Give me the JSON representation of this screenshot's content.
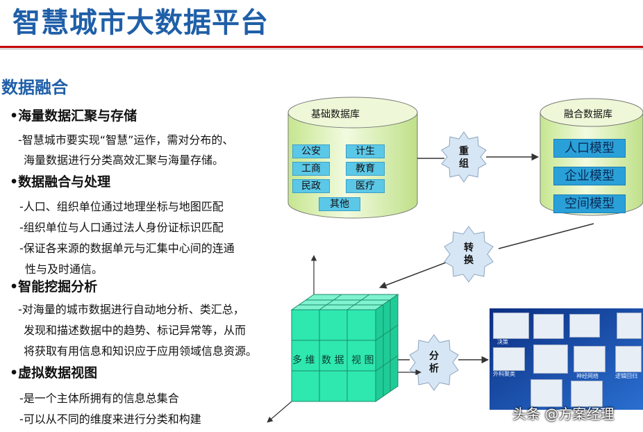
{
  "header": {
    "title": "智慧城市大数据平台"
  },
  "section": {
    "heading": "数据融合"
  },
  "bullets": [
    {
      "title": "•海量数据汇聚与存储",
      "lines": [
        "-智慧城市要实现“智慧”运作，需对分布的、",
        "海量数据进行分类高效汇聚与海量存储。"
      ]
    },
    {
      "title": "•数据融合与处理",
      "lines": [
        "-人口、组织单位通过地理坐标与地图匹配",
        "-组织单位与人口通过法人身份证标识匹配",
        "-保证各来源的数据单元与汇集中心间的连通",
        "性与及时通信。"
      ]
    },
    {
      "title": "•智能挖掘分析",
      "lines": [
        "-对海量的城市数据进行自动地分析、类汇总，",
        "发现和描述数据中的趋势、标记异常等，从而",
        "将获取有用信息和知识应于应用领域信息资源。"
      ]
    },
    {
      "title": "•虚拟数据视图",
      "lines": [
        "-是一个主体所拥有的信息总集合",
        "-可以从不同的维度来进行分类和构建"
      ]
    }
  ],
  "diagram": {
    "base_db": {
      "title": "基础数据库",
      "tags": [
        "公安",
        "计生",
        "工商",
        "教育",
        "民政",
        "医疗",
        "其他"
      ]
    },
    "fusion_db": {
      "title": "融合数据库",
      "models": [
        "人口模型",
        "企业模型",
        "空间模型"
      ]
    },
    "gears": {
      "reorg": [
        "重",
        "组"
      ],
      "convert": [
        "转",
        "换"
      ],
      "analyze": [
        "分",
        "析"
      ]
    },
    "cube": {
      "labels": [
        "多 维",
        "数 据",
        "视 图"
      ]
    },
    "screenshot_captions": [
      "决策",
      "",
      "",
      "",
      "外科聚类",
      "",
      "神经网络",
      "逻辑回归"
    ],
    "watermark": "头条 @方案经理",
    "colors": {
      "cylinder": "#d8f0a8",
      "cube": "#2ee8b0",
      "gear": "#d6e6f4",
      "tag": "#5cc8e8",
      "model": "#2aa0d8"
    }
  }
}
